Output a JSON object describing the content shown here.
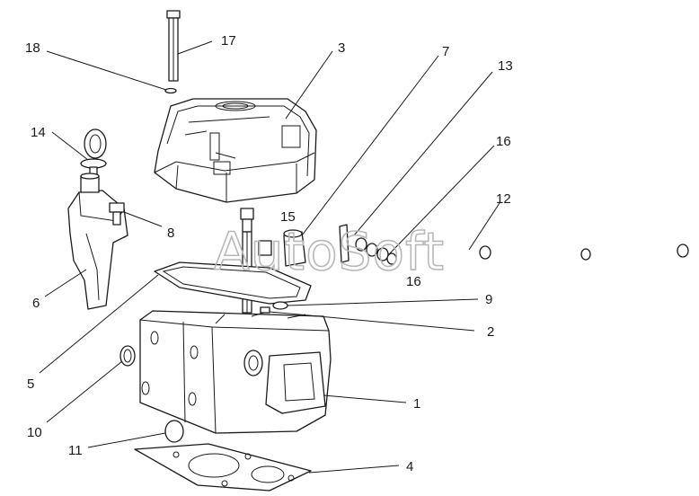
{
  "watermark": "AutoSoft",
  "callouts": [
    {
      "id": "c18",
      "text": "18"
    },
    {
      "id": "c17",
      "text": "17"
    },
    {
      "id": "c3",
      "text": "3"
    },
    {
      "id": "c7",
      "text": "7"
    },
    {
      "id": "c13",
      "text": "13"
    },
    {
      "id": "c16a",
      "text": "16"
    },
    {
      "id": "c14",
      "text": "14"
    },
    {
      "id": "c8",
      "text": "8"
    },
    {
      "id": "c15",
      "text": "15"
    },
    {
      "id": "c12",
      "text": "12"
    },
    {
      "id": "c16b",
      "text": "16"
    },
    {
      "id": "c6",
      "text": "6"
    },
    {
      "id": "c9",
      "text": "9"
    },
    {
      "id": "c2",
      "text": "2"
    },
    {
      "id": "c5",
      "text": "5"
    },
    {
      "id": "c1",
      "text": "1"
    },
    {
      "id": "c10",
      "text": "10"
    },
    {
      "id": "c11",
      "text": "11"
    },
    {
      "id": "c4",
      "text": "4"
    }
  ]
}
